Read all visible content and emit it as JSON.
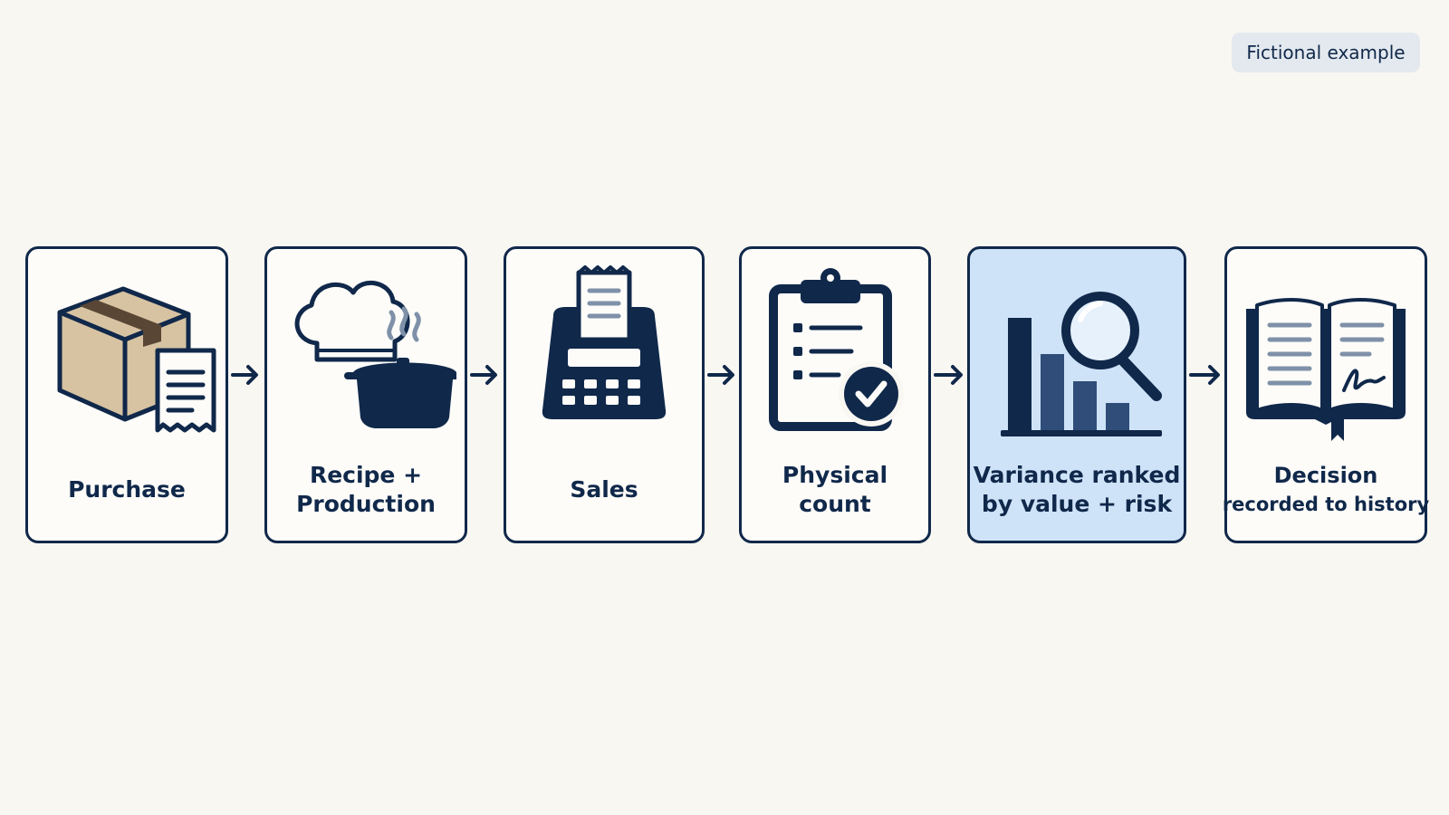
{
  "badge": "Fictional example",
  "colors": {
    "background": "#f9f7f2",
    "stroke": "#10284a",
    "highlight": "#cfe3f8",
    "cardboard": "#d7c3a2",
    "badge_bg": "#e3e9ef",
    "accent_gray_blue": "#7f91a8"
  },
  "steps": [
    {
      "icon": "box-with-receipt-icon",
      "label_line1": "Purchase",
      "label_line2": ""
    },
    {
      "icon": "chef-hat-and-pot-icon",
      "label_line1": "Recipe +",
      "label_line2": "Production"
    },
    {
      "icon": "cash-register-icon",
      "label_line1": "Sales",
      "label_line2": ""
    },
    {
      "icon": "clipboard-checklist-icon",
      "label_line1": "Physical",
      "label_line2": "count"
    },
    {
      "icon": "bar-chart-magnifier-icon",
      "label_line1": "Variance ranked",
      "label_line2": "by value + risk",
      "highlighted": true
    },
    {
      "icon": "open-book-signature-icon",
      "label_line1": "Decision",
      "label_line2": "recorded to history"
    }
  ]
}
